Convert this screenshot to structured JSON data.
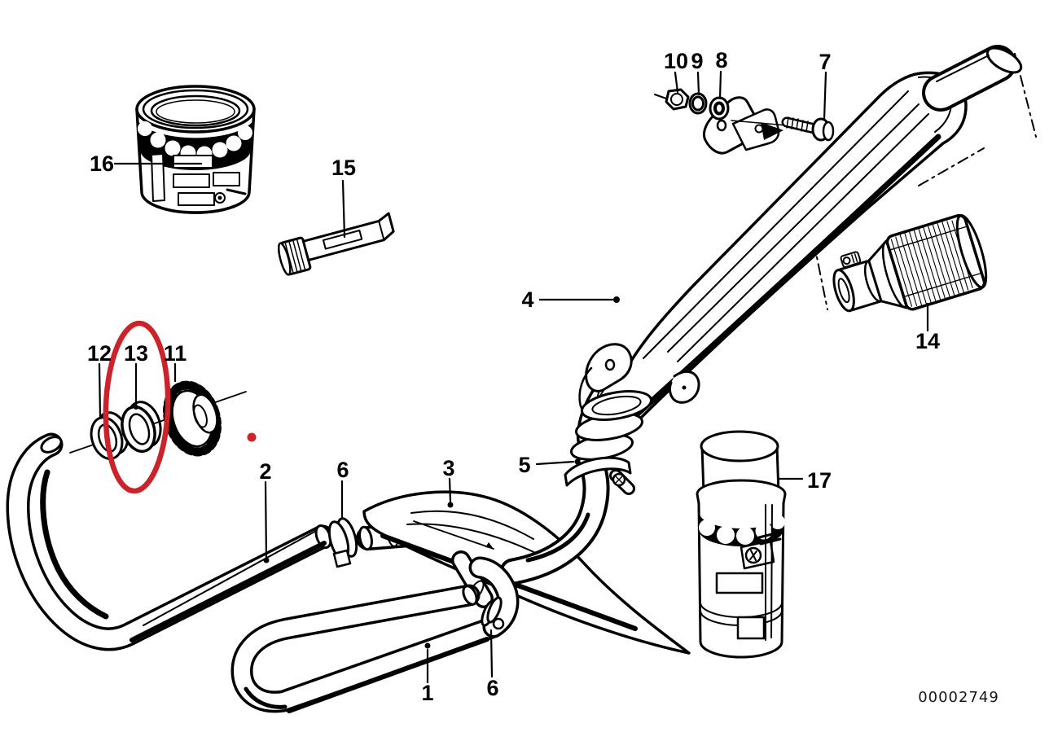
{
  "doc_number": "00002749",
  "highlight_color": "#cc2229",
  "ink_color": "#000000",
  "background_color": "#ffffff",
  "callouts": {
    "c1": "1",
    "c2": "2",
    "c3": "3",
    "c4": "4",
    "c5": "5",
    "c6a": "6",
    "c6b": "6",
    "c7": "7",
    "c8": "8",
    "c9": "9",
    "c10": "10",
    "c11": "11",
    "c12": "12",
    "c13": "13",
    "c14": "14",
    "c15": "15",
    "c16": "16",
    "c17": "17"
  }
}
